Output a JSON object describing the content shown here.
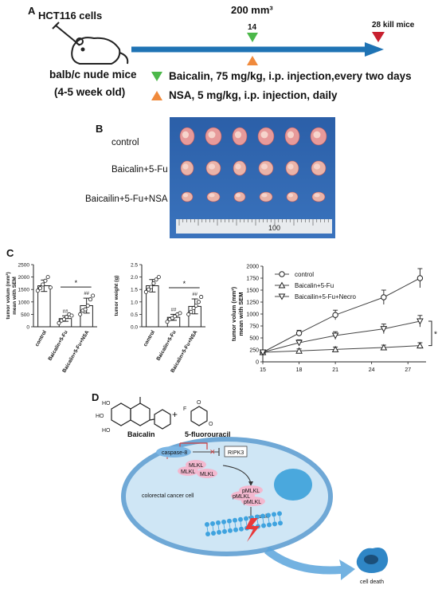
{
  "panelA": {
    "letter": "A",
    "cells": "HCT116 cells",
    "volume": "200 mm³",
    "day14": "14",
    "day28": "28 kill mice",
    "mice": "balb/c nude mice",
    "age": "(4-5 week old)",
    "legend_baicalin": "Baicalin, 75 mg/kg, i.p. injection,every two days",
    "legend_nsa": "NSA, 5 mg/kg, i.p. injection, daily",
    "colors": {
      "arrow": "#1f73b4",
      "green": "#4cb84a",
      "orange": "#f08a3c",
      "red": "#c8202f"
    }
  },
  "panelB": {
    "letter": "B",
    "rows": [
      "control",
      "Baicalin+5-Fu",
      "Baicailin+5-Fu+NSA"
    ],
    "ruler_label": "100"
  },
  "panelC": {
    "letter": "C",
    "bar1": {
      "ylabel": "tumor volum (mm³) mean with SEM",
      "yticks": [
        "0",
        "500",
        "1000",
        "1500",
        "2000",
        "2500"
      ],
      "categories": [
        "control",
        "Baicalin+5-Fu",
        "Baicalin+5-Fu+NSA"
      ],
      "marks": [
        "",
        "##",
        "##"
      ],
      "sig": "*"
    },
    "bar2": {
      "ylabel": "tumor weight (g)",
      "yticks": [
        "0.0",
        "0.5",
        "1.0",
        "1.5",
        "2.0",
        "2.5"
      ],
      "categories": [
        "control",
        "Baicalin+5-Fu",
        "Baicalin+5-Fu+NSA"
      ],
      "marks": [
        "",
        "##",
        "##"
      ],
      "sig": "*"
    },
    "line": {
      "ylabel": "tumor volum (mm³) mean with SEM",
      "yticks": [
        "0",
        "250",
        "500",
        "750",
        "1000",
        "1250",
        "1500",
        "1750",
        "2000"
      ],
      "xticks": [
        "15",
        "18",
        "21",
        "24",
        "27"
      ],
      "sig": "*"
    }
  },
  "panelD": {
    "letter": "D",
    "baicalin": "Baicalin",
    "fu": "5-fluorouracil",
    "plus": "+",
    "caspase": "caspase-8",
    "ripk3": "RIPK3",
    "mlkl": [
      "MLKL",
      "MLKL",
      "MLKL"
    ],
    "pmlkl": [
      "pMLKL",
      "pMLKL",
      "pMLKL"
    ],
    "cell": "colorectal cancer cell",
    "crack": "crack",
    "death": "cell death"
  },
  "chart_data": [
    {
      "type": "bar",
      "categories": [
        "control",
        "Baicalin+5-Fu",
        "Baicalin+5-Fu+NSA"
      ],
      "values": [
        1650,
        330,
        850
      ],
      "errors": [
        230,
        110,
        300
      ],
      "points": [
        [
          1450,
          1550,
          1700,
          1850,
          2000,
          1580
        ],
        [
          150,
          250,
          300,
          400,
          500,
          450
        ],
        [
          500,
          650,
          700,
          850,
          1100,
          1250
        ]
      ],
      "ylabel": "tumor volum (mm³) mean with SEM",
      "ylim": [
        0,
        2500
      ]
    },
    {
      "type": "bar",
      "categories": [
        "control",
        "Baicalin+5-Fu",
        "Baicalin+5-Fu+NSA"
      ],
      "values": [
        1.65,
        0.38,
        0.82
      ],
      "errors": [
        0.25,
        0.12,
        0.3
      ],
      "points": [
        [
          1.4,
          1.5,
          1.6,
          1.75,
          1.9,
          2.0
        ],
        [
          0.2,
          0.3,
          0.35,
          0.42,
          0.5,
          0.55
        ],
        [
          0.5,
          0.6,
          0.75,
          0.85,
          1.0,
          1.2
        ]
      ],
      "ylabel": "tumor weight (g)",
      "ylim": [
        0,
        2.5
      ]
    },
    {
      "type": "line",
      "x": [
        15,
        18,
        21,
        25,
        28
      ],
      "series": [
        {
          "name": "control",
          "values": [
            200,
            600,
            980,
            1350,
            1750
          ],
          "errors": [
            40,
            60,
            100,
            150,
            200
          ]
        },
        {
          "name": "Baicalin+5-Fu",
          "values": [
            200,
            230,
            260,
            300,
            340
          ],
          "errors": [
            30,
            40,
            50,
            50,
            60
          ]
        },
        {
          "name": "Baicailin+5-Fu+Necro",
          "values": [
            200,
            400,
            550,
            690,
            850
          ],
          "errors": [
            40,
            60,
            80,
            100,
            120
          ]
        }
      ],
      "ylabel": "tumor volum (mm³) mean with SEM",
      "xlim": [
        15,
        28.5
      ],
      "ylim": [
        0,
        2000
      ]
    }
  ]
}
